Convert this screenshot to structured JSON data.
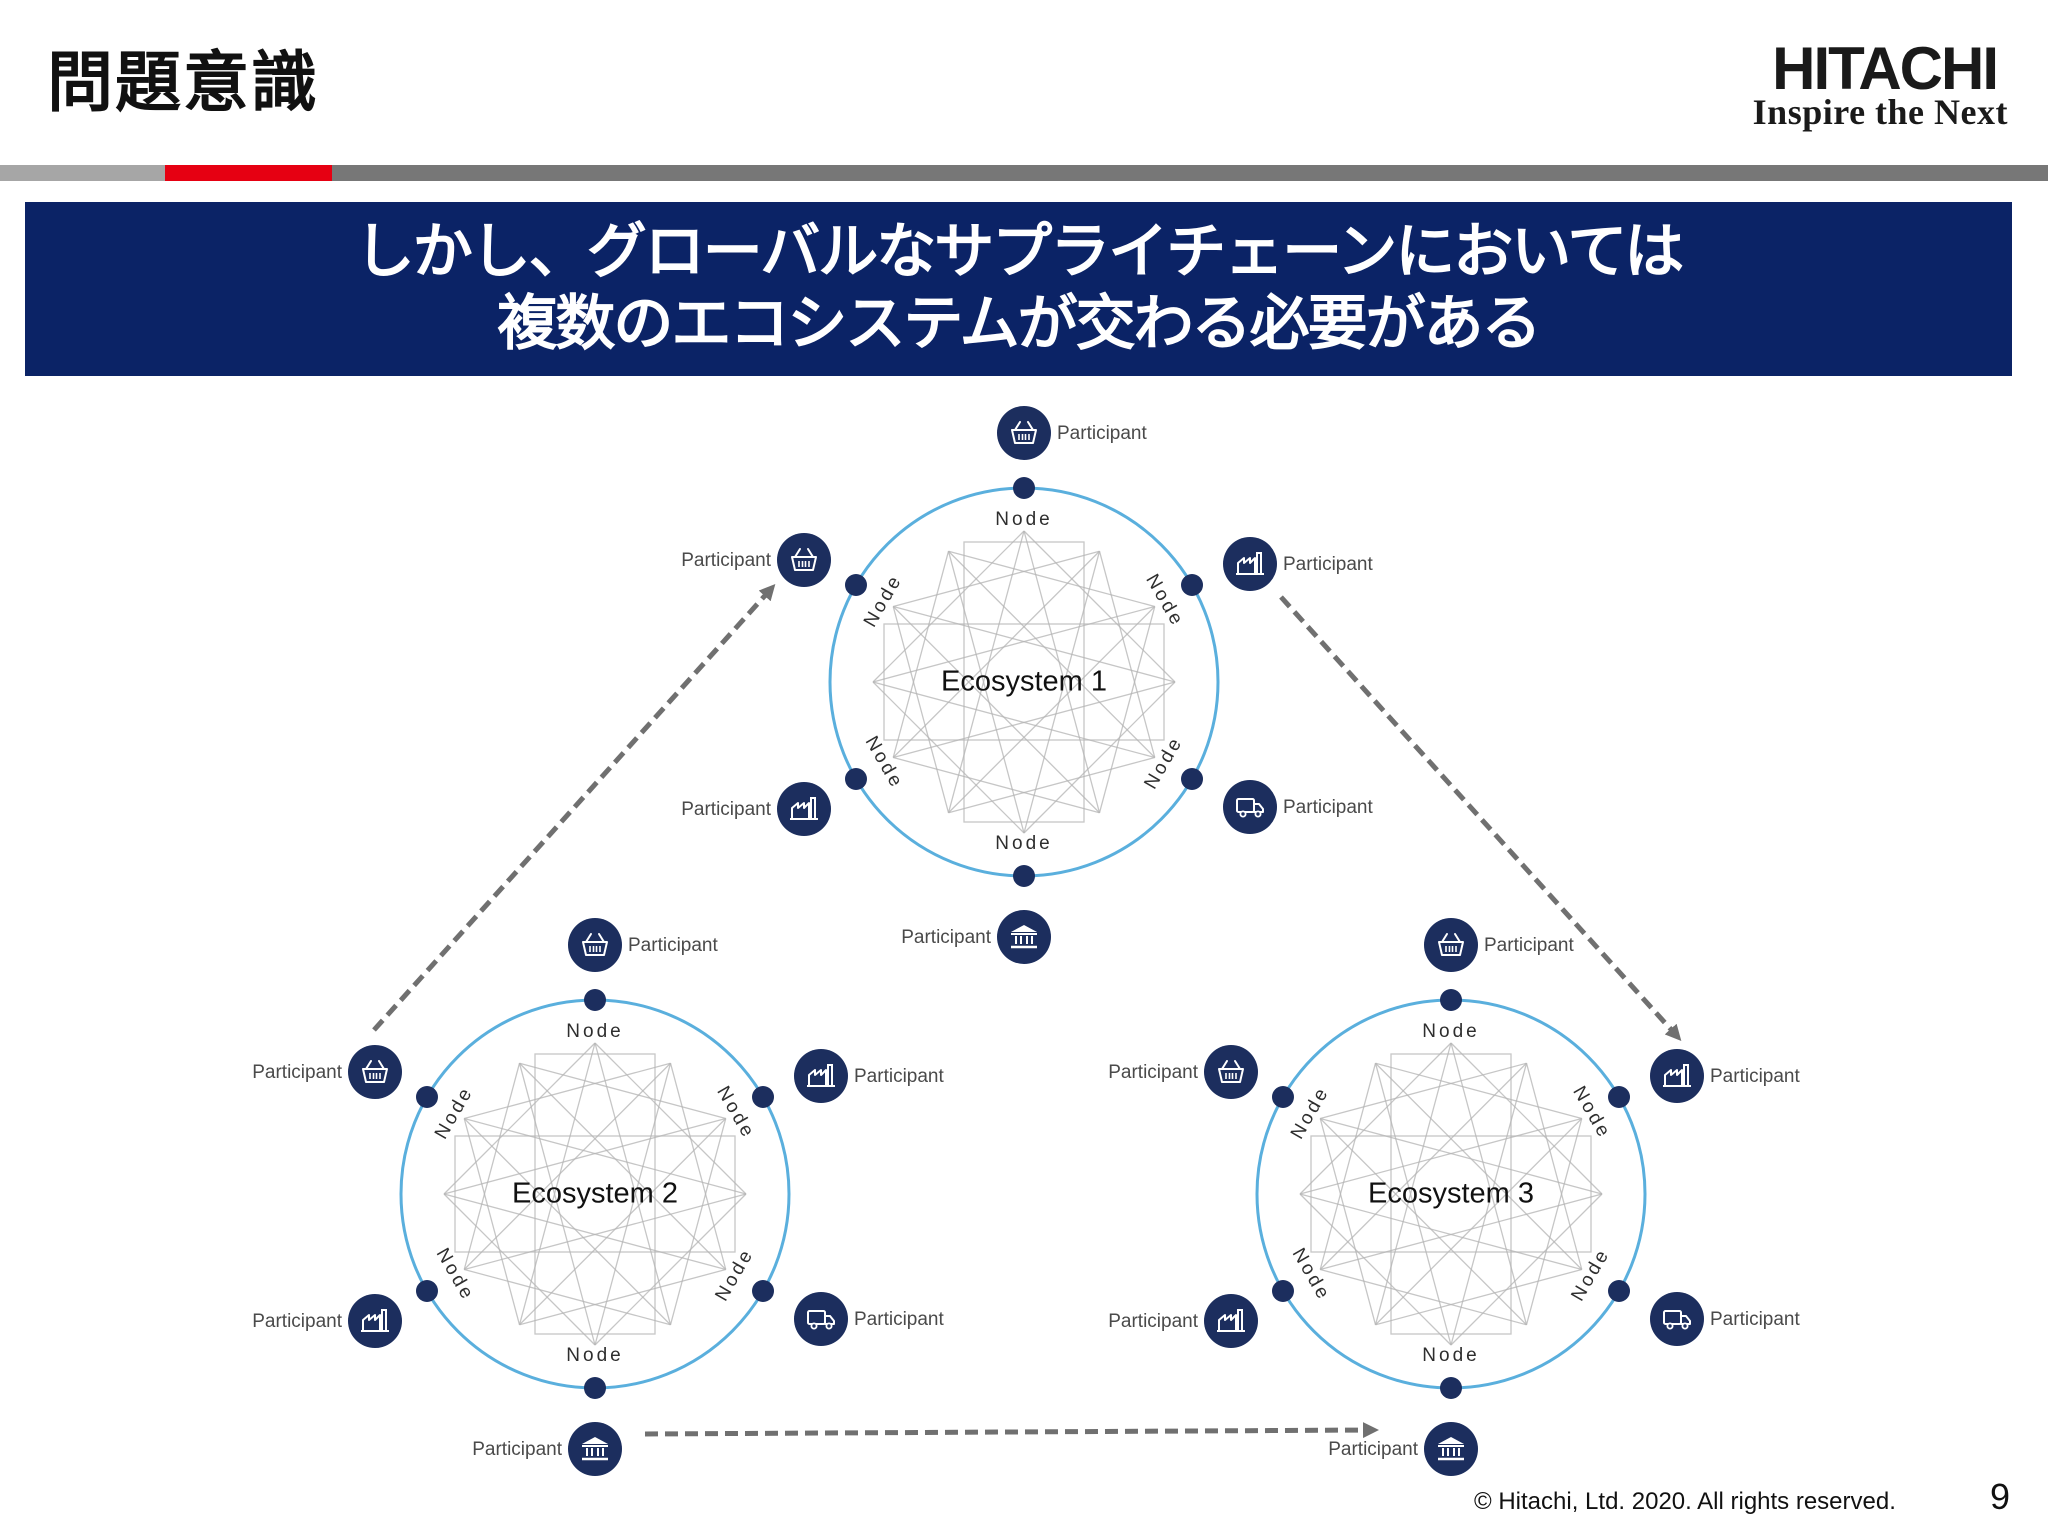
{
  "header": {
    "title": "問題意識",
    "logo": {
      "name": "HITACHI",
      "tagline": "Inspire the Next"
    }
  },
  "banner": {
    "line1": "しかし、グローバルなサプライチェーンにおいては",
    "line2": "複数のエコシステムが交わる必要がある"
  },
  "diagram": {
    "node_label": "Node",
    "participant_label": "Participant",
    "ecosystems": [
      {
        "label": "Ecosystem 1"
      },
      {
        "label": "Ecosystem 2"
      },
      {
        "label": "Ecosystem 3"
      }
    ],
    "participant_icons": [
      "basket-icon",
      "basket-icon",
      "factory-icon",
      "factory-icon",
      "truck-icon",
      "bank-icon"
    ],
    "colors": {
      "ring": "#5aafdd",
      "node": "#1c2e5e",
      "mesh": "#b4b4b4",
      "arrow": "#707070"
    }
  },
  "footer": {
    "copyright": "© Hitachi, Ltd. 2020. All rights reserved.",
    "page_number": "9"
  }
}
